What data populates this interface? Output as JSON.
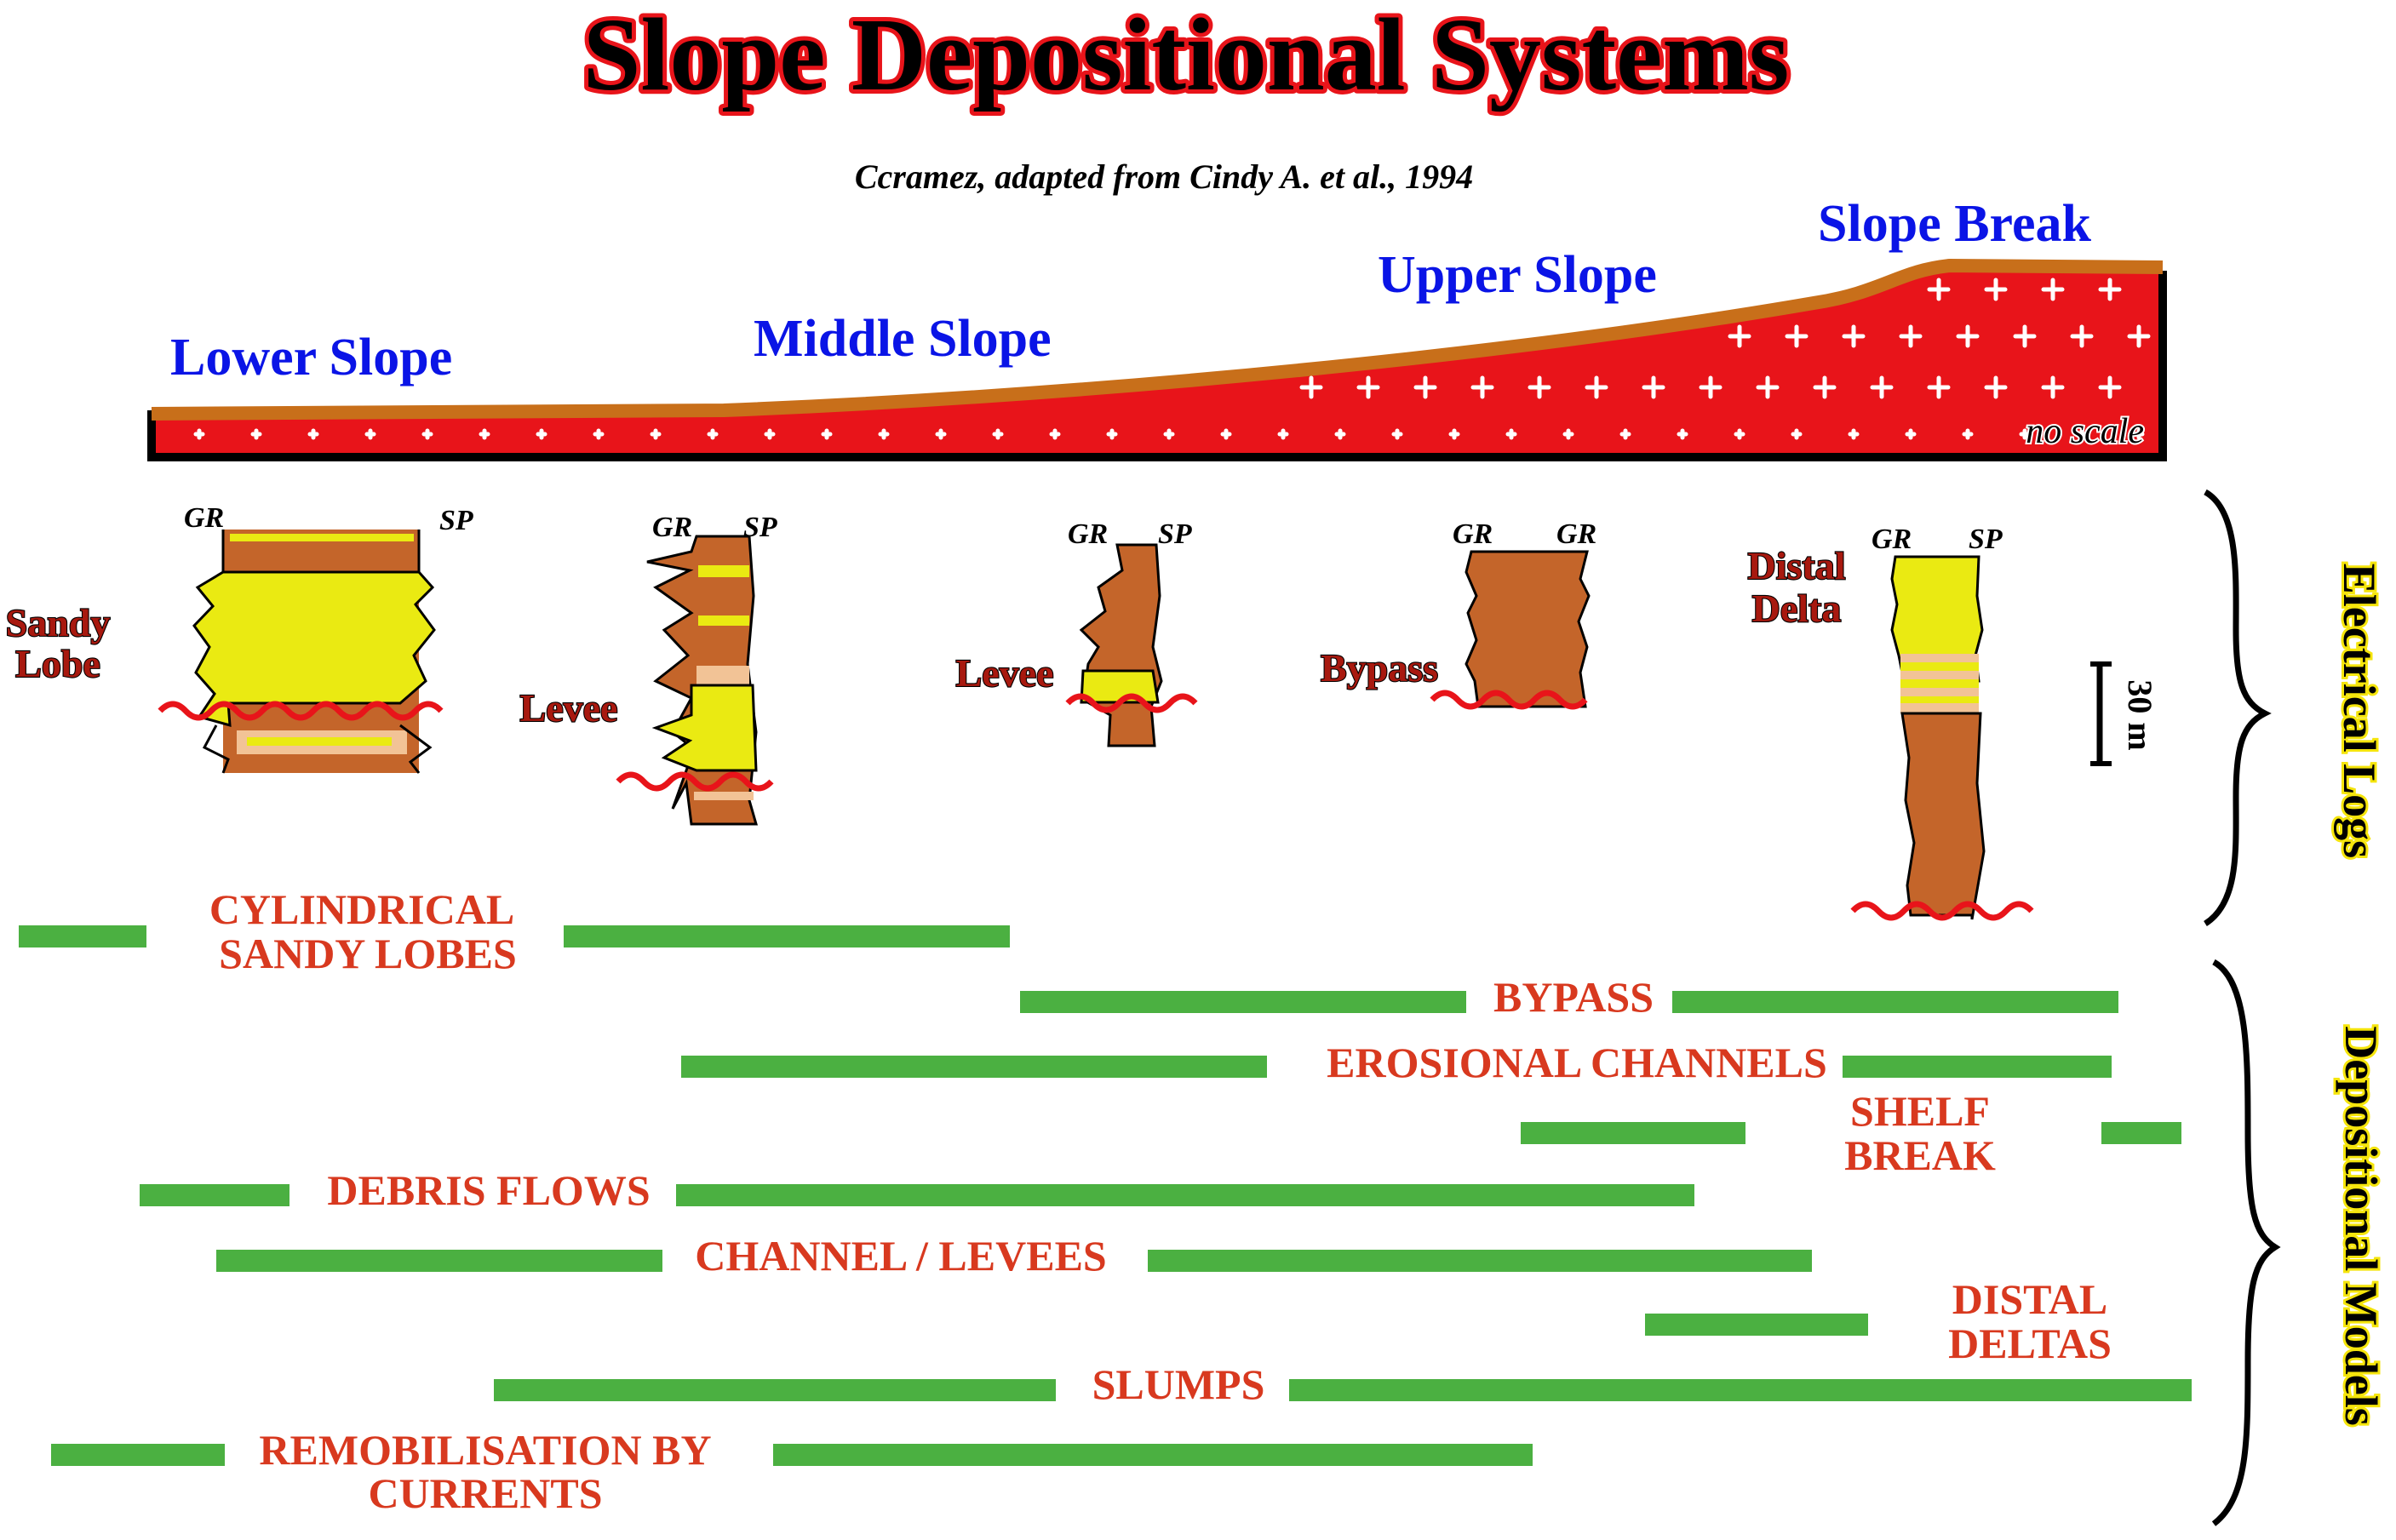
{
  "title": "Slope Depositional Systems",
  "credit": "Ccramez, adapted from  Cindy A. et al., 1994",
  "zones": {
    "lower": "Lower Slope",
    "middle": "Middle Slope",
    "upper": "Upper Slope",
    "break": "Slope Break"
  },
  "no_scale": "no scale",
  "logs": {
    "sandy_lobe": {
      "l1": "Sandy",
      "l2": "Lobe",
      "gr": "GR",
      "sp": "SP"
    },
    "levee1": {
      "label": "Levee",
      "gr": "GR",
      "sp": "SP"
    },
    "levee2": {
      "label": "Levee",
      "gr": "GR",
      "sp": "SP"
    },
    "bypass": {
      "label": "Bypass",
      "gr1": "GR",
      "gr2": "GR"
    },
    "distal_delta": {
      "l1": "Distal",
      "l2": "Delta",
      "gr": "GR",
      "sp": "SP"
    }
  },
  "scale_bar": "30 m",
  "side_labels": {
    "electrical": "Electrical Logs",
    "depositional": "Depositional Models"
  },
  "models": {
    "cylindrical": {
      "l1": "CYLINDRICAL",
      "l2": "SANDY LOBES"
    },
    "bypass": "BYPASS",
    "erosional": "EROSIONAL CHANNELS",
    "shelf_break": {
      "l1": "SHELF",
      "l2": "BREAK"
    },
    "debris": "DEBRIS FLOWS",
    "channel": "CHANNEL / LEVEES",
    "distal": {
      "l1": "DISTAL",
      "l2": "DELTAS"
    },
    "slumps": "SLUMPS",
    "remob": {
      "l1": "REMOBILISATION BY",
      "l2": "CURRENTS"
    }
  },
  "colors": {
    "substrate": "#e8141a",
    "drape": "#c86f1a",
    "sand": "#eaea12",
    "shale": "#c4652a",
    "bar": "#4bb041",
    "zone_text": "#0a14e6",
    "model_text": "#d8391f"
  }
}
